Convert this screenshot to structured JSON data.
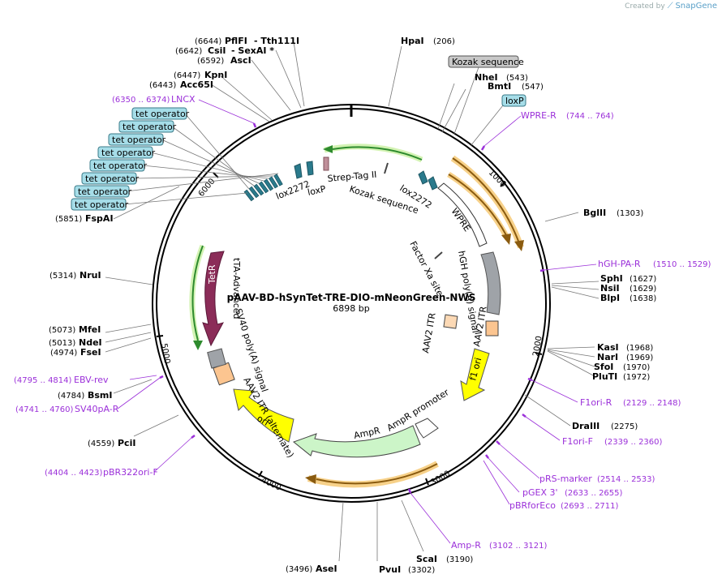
{
  "credit": {
    "prefix": "Created by",
    "brand": "SnapGene"
  },
  "plasmid": {
    "name": "pAAV-BD-hSynTet-TRE-DIO-mNeonGreen-NWS",
    "size": "6898 bp"
  },
  "ticks": [
    "1000",
    "2000",
    "3000",
    "4000",
    "5000",
    "6000"
  ],
  "sites": [
    {
      "pos": "(206)",
      "name": "HpaI"
    },
    {
      "pos": "(543)",
      "name": "NheI"
    },
    {
      "pos": "(547)",
      "name": "BmtI"
    },
    {
      "pos": "(1303)",
      "name": "BglII"
    },
    {
      "pos": "(1627)",
      "name": "SphI"
    },
    {
      "pos": "(1629)",
      "name": "NsiI"
    },
    {
      "pos": "(1638)",
      "name": "BlpI"
    },
    {
      "pos": "(1968)",
      "name": "KasI"
    },
    {
      "pos": "(1969)",
      "name": "NarI"
    },
    {
      "pos": "(1970)",
      "name": "SfoI"
    },
    {
      "pos": "(1972)",
      "name": "PluTI"
    },
    {
      "pos": "(2275)",
      "name": "DraIII"
    },
    {
      "pos": "(3190)",
      "name": "ScaI"
    },
    {
      "pos": "(3302)",
      "name": "PvuI"
    },
    {
      "pos": "(3496)",
      "name": "AseI"
    },
    {
      "pos": "(4559)",
      "name": "PciI"
    },
    {
      "pos": "(4784)",
      "name": "BsmI"
    },
    {
      "pos": "(4974)",
      "name": "FseI"
    },
    {
      "pos": "(5013)",
      "name": "NdeI"
    },
    {
      "pos": "(5073)",
      "name": "MfeI"
    },
    {
      "pos": "(5314)",
      "name": "NruI"
    },
    {
      "pos": "(5851)",
      "name": "FspAI"
    },
    {
      "pos": "(6443)",
      "name": "Acc65I"
    },
    {
      "pos": "(6447)",
      "name": "KpnI"
    },
    {
      "pos": "(6592)",
      "name": "AscI"
    },
    {
      "pos": "(6642)",
      "name": "CsiI"
    },
    {
      "pos": "(6644)",
      "name": "PflFI"
    }
  ],
  "sites_extra": {
    "tth": "- Tth111I",
    "sexai": "- SexAI *"
  },
  "primers": [
    {
      "name": "LNCX",
      "pos": "(6350 .. 6374)"
    },
    {
      "name": "WPRE-R",
      "pos": "(744 .. 764)"
    },
    {
      "name": "hGH-PA-R",
      "pos": "(1510 .. 1529)"
    },
    {
      "name": "F1ori-R",
      "pos": "(2129 .. 2148)"
    },
    {
      "name": "F1ori-F",
      "pos": "(2339 .. 2360)"
    },
    {
      "name": "pRS-marker",
      "pos": "(2514 .. 2533)"
    },
    {
      "name": "pGEX 3'",
      "pos": "(2633 .. 2655)"
    },
    {
      "name": "pBRforEco",
      "pos": "(2693 .. 2711)"
    },
    {
      "name": "Amp-R",
      "pos": "(3102 .. 3121)"
    },
    {
      "name": "pBR322ori-F",
      "pos": "(4404 .. 4423)"
    },
    {
      "name": "SV40pA-R",
      "pos": "(4741 .. 4760)"
    },
    {
      "name": "EBV-rev",
      "pos": "(4795 .. 4814)"
    }
  ],
  "boxes": {
    "kozak": "Kozak sequence",
    "loxp": "loxP",
    "tetop": "tet operator"
  },
  "features": {
    "strep": "Strep-Tag II",
    "kozak": "Kozak sequence",
    "lox2272_a": "lox2272",
    "loxp": "loxP",
    "lox2272_b": "lox2272",
    "wpre": "WPRE",
    "factorxa": "Factor Xa site",
    "hgh": "hGH poly(A) signal",
    "aav_itr": "AAV2 ITR",
    "aav_itr2": "AAV2 ITR",
    "f1ori": "f1 ori",
    "ampr_promoter": "AmpR promoter",
    "ampr": "AmpR",
    "ori": "ori",
    "aav_itr_alt": "AAV2 ITR (alternate)",
    "sv40": "SV40 poly(A) signal",
    "tta": "tTA-Advanced",
    "tetr": "TetR"
  }
}
